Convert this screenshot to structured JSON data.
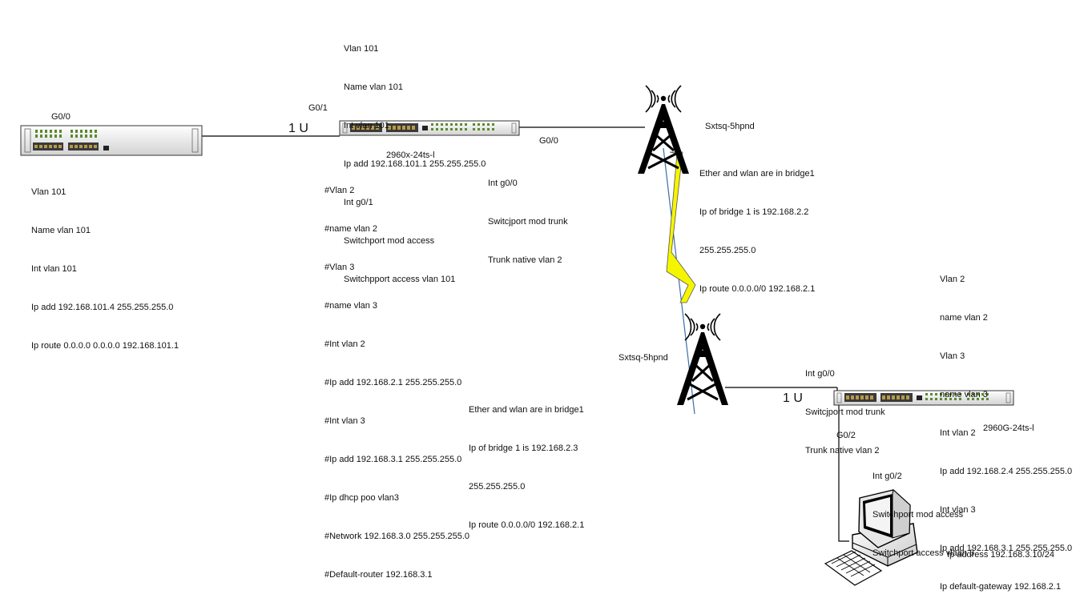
{
  "router": {
    "port_label": "G0/0",
    "config_lines": [
      "Vlan 101",
      "Name vlan 101",
      "Int vlan 101",
      "Ip add 192.168.101.4 255.255.255.0",
      "Ip route 0.0.0.0 0.0.0.0 192.168.101.1"
    ]
  },
  "link_left": {
    "label": "1 U"
  },
  "switch_top": {
    "port_in_label": "G0/1",
    "model_label": "2960x-24ts-l",
    "port_out_label": "G0/0",
    "config_top_lines": [
      "Vlan 101",
      "Name vlan 101",
      "Int vlan 101",
      "Ip add 192.168.101.1 255.255.255.0",
      "Int g0/1",
      "Switchport mod access",
      "Switchpport access vlan 101"
    ],
    "config_bottom_lines": [
      "#Vlan 2",
      "#name vlan 2",
      "#Vlan 3",
      "#name vlan 3",
      "#Int vlan 2",
      "#Ip add 192.168.2.1 255.255.255.0",
      "#Int vlan 3",
      "#Ip add 192.168.3.1 255.255.255.0",
      "#Ip dhcp poo vlan3",
      "#Network 192.168.3.0 255.255.255.0",
      "#Default-router 192.168.3.1"
    ],
    "trunk_lines": [
      "Int g0/0",
      "Switcjport mod trunk",
      "Trunk native vlan 2"
    ]
  },
  "tower_top": {
    "label": "Sxtsq-5hpnd",
    "config_lines": [
      "Ether and wlan are in bridge1",
      "Ip of bridge 1 is 192.168.2.2",
      "255.255.255.0",
      "Ip route 0.0.0.0/0 192.168.2.1"
    ]
  },
  "tower_bottom": {
    "label": "Sxtsq-5hpnd",
    "config_lines": [
      "Ether and wlan are in bridge1",
      "Ip of bridge 1 is 192.168.2.3",
      "255.255.255.0",
      "Ip route 0.0.0.0/0 192.168.2.1"
    ]
  },
  "link_right": {
    "label": "1 U"
  },
  "switch_bottom": {
    "model_label": "2960G-24ts-l",
    "port_down_label": "G0/2",
    "trunk_lines": [
      "Int g0/0",
      "Switcjport mod trunk",
      "Trunk native vlan 2"
    ],
    "config_lines": [
      "Vlan 2",
      "name vlan 2",
      "Vlan 3",
      "name vlan 3",
      "Int vlan 2",
      "Ip add 192.168.2.4 255.255.255.0",
      "Int vlan 3",
      "Ip add 192.168.3.1 255.255.255.0",
      "Ip default-gateway 192.168.2.1"
    ],
    "access_lines": [
      "Int g0/2",
      "Switchport mod access",
      "Switchport access vlaan 3"
    ]
  },
  "pc": {
    "ip_label": "Ip address 192.168.3.10/24"
  }
}
